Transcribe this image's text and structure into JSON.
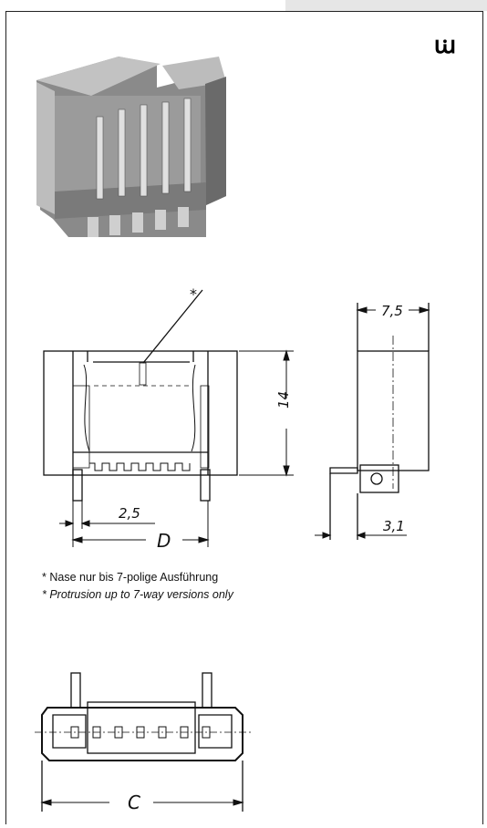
{
  "logo": {
    "text": "UL",
    "icon": "ul-recognized-icon"
  },
  "dimensions": {
    "height": "14",
    "width_side": "7,5",
    "pitch": "2,5",
    "d": "D",
    "offset": "3,1",
    "c": "C",
    "star": "*"
  },
  "notes": {
    "german": "* Nase nur bis 7-polige Ausführung",
    "english": "* Protrusion up to 7-way versions only"
  }
}
